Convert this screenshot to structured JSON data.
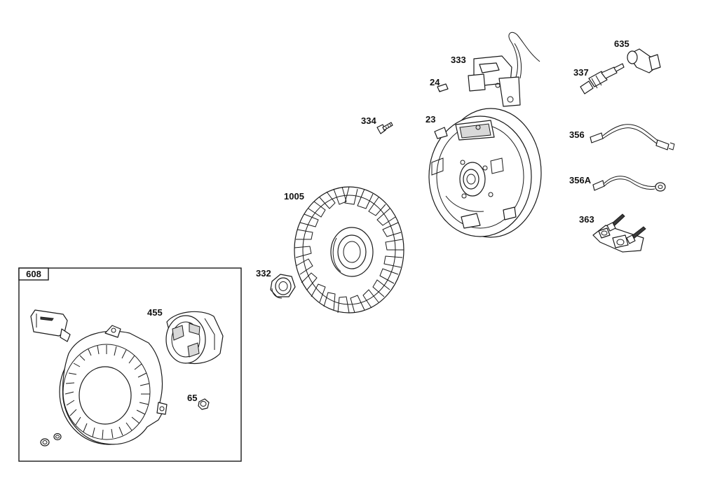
{
  "labels": {
    "p608": "608",
    "p455": "455",
    "p65": "65",
    "p332": "332",
    "p1005": "1005",
    "p334": "334",
    "p23": "23",
    "p24": "24",
    "p333": "333",
    "p337": "337",
    "p635": "635",
    "p356": "356",
    "p356a": "356A",
    "p363": "363"
  }
}
